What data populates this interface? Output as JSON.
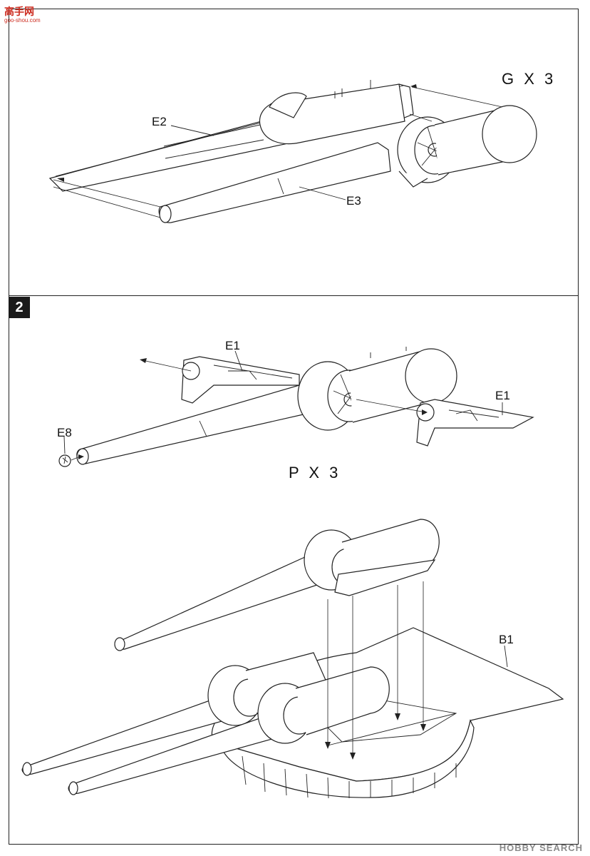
{
  "branding": {
    "site_logo": "高手网",
    "site_url": "goo-shou.com",
    "watermark": "HOBBY SEARCH"
  },
  "step1": {
    "quantity": "G X 3",
    "parts": {
      "e2": "E2",
      "e3": "E3"
    }
  },
  "step2": {
    "number": "2",
    "quantity": "P X 3",
    "parts": {
      "e1_left": "E1",
      "e1_right": "E1",
      "e8": "E8",
      "b1": "B1"
    }
  }
}
